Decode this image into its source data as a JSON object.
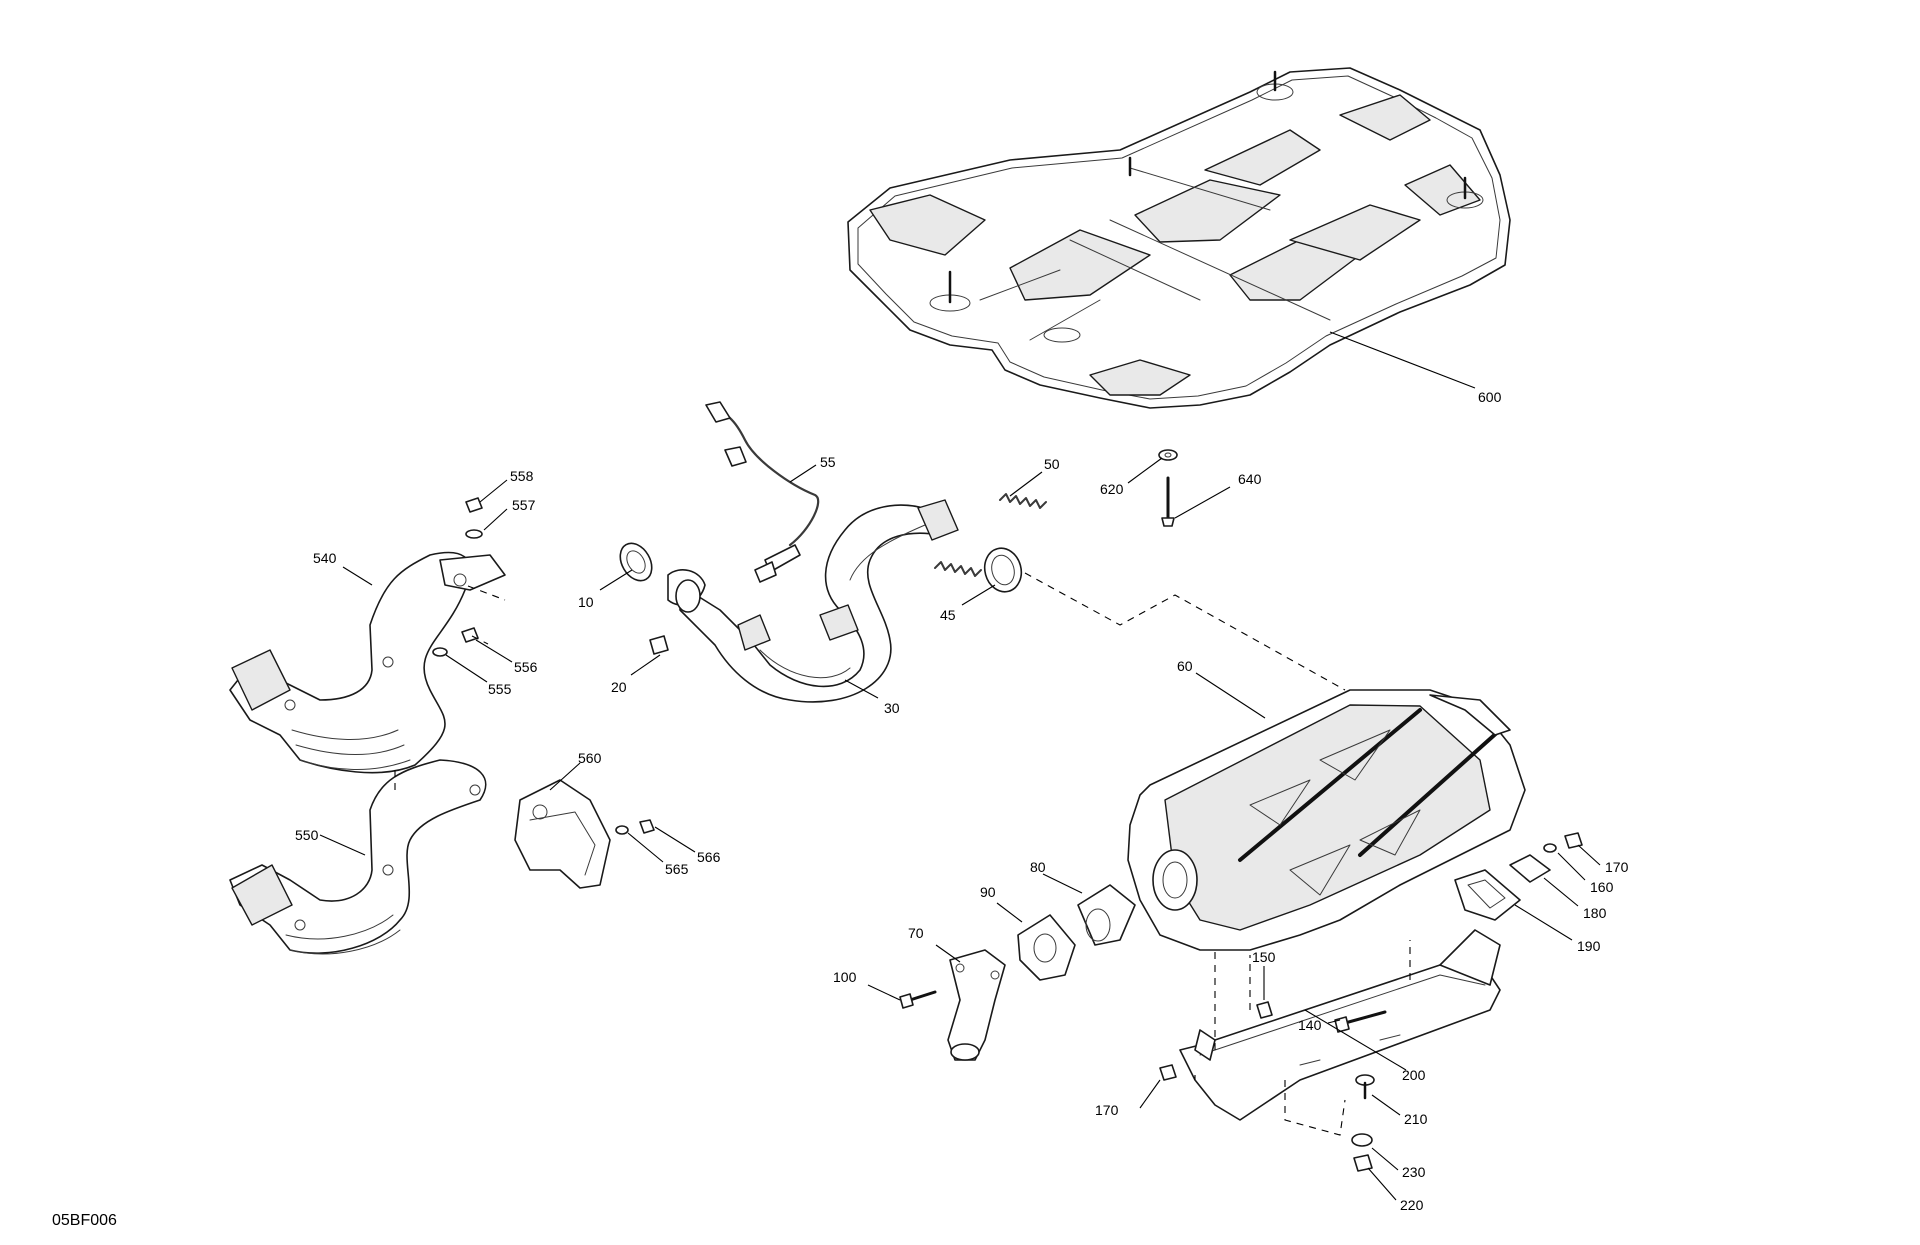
{
  "drawing_ref": "05BF006",
  "callouts": {
    "c10": "10",
    "c20": "20",
    "c30": "30",
    "c45": "45",
    "c50": "50",
    "c55": "55",
    "c60": "60",
    "c70": "70",
    "c80": "80",
    "c90": "90",
    "c100": "100",
    "c140": "140",
    "c150": "150",
    "c160": "160",
    "c170a": "170",
    "c170b": "170",
    "c180": "180",
    "c190": "190",
    "c200": "200",
    "c210": "210",
    "c220": "220",
    "c230": "230",
    "c540": "540",
    "c550": "550",
    "c555": "555",
    "c556": "556",
    "c557": "557",
    "c558": "558",
    "c560": "560",
    "c565": "565",
    "c566": "566",
    "c600": "600",
    "c620": "620",
    "c640": "640"
  }
}
